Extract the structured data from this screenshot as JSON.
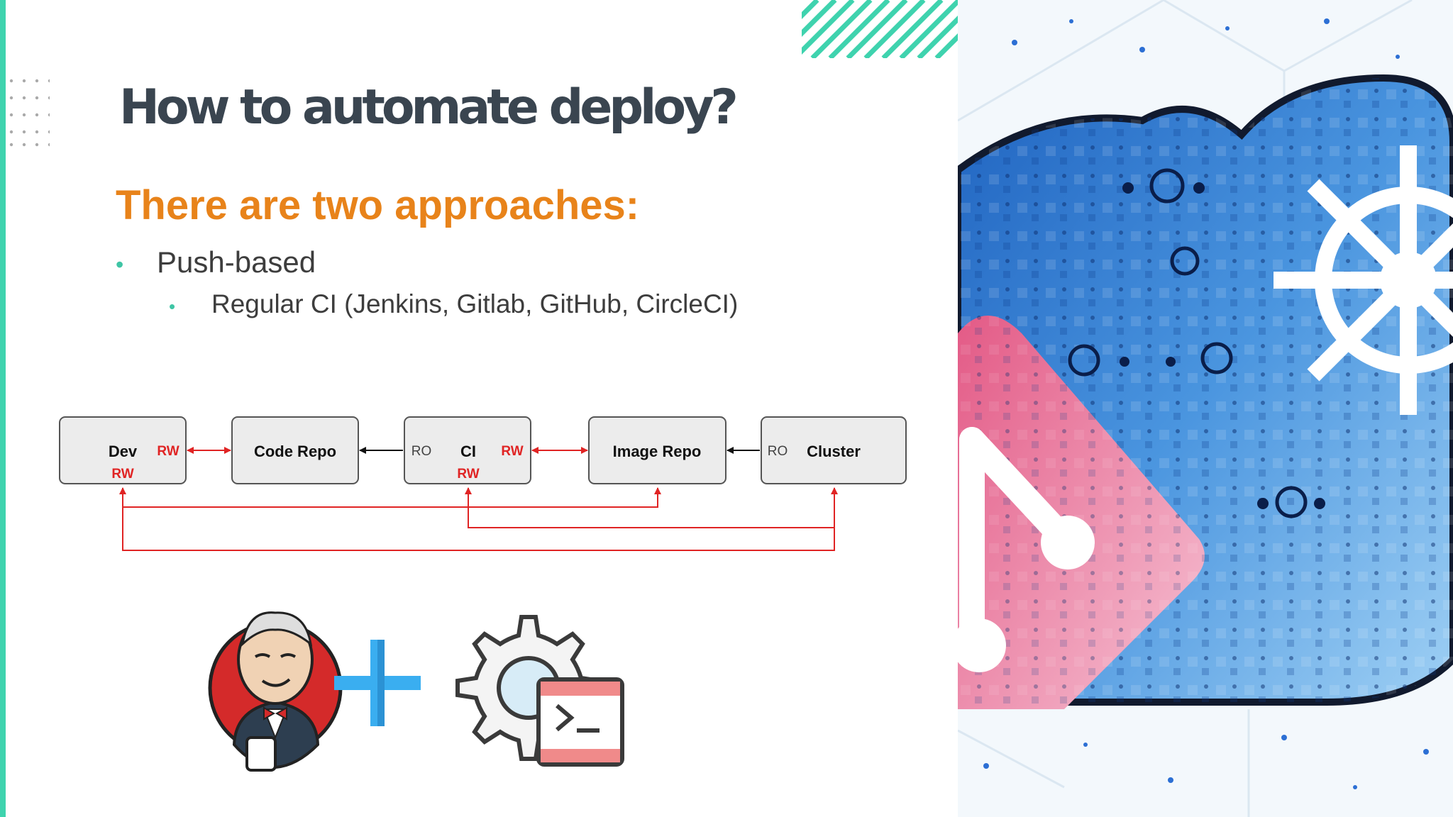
{
  "slide": {
    "title": "How to automate deploy?",
    "subtitle": "There are two approaches:",
    "bullets": [
      {
        "text": "Push-based",
        "level": 1
      },
      {
        "text": "Regular CI (Jenkins, Gitlab, GitHub, CircleCI)",
        "level": 2
      }
    ]
  },
  "diagram": {
    "nodes": {
      "dev": {
        "label": "Dev",
        "right_tag": "RW",
        "bottom_tag": "RW"
      },
      "code_repo": {
        "label": "Code Repo"
      },
      "ci": {
        "label": "CI",
        "left_tag": "RO",
        "right_tag": "RW",
        "bottom_tag": "RW"
      },
      "image_repo": {
        "label": "Image Repo"
      },
      "cluster": {
        "label": "Cluster",
        "left_tag": "RO"
      }
    }
  },
  "icons": [
    "jenkins-logo-icon",
    "plus-icon",
    "gear-terminal-icon",
    "kubernetes-helm-icon",
    "git-icon",
    "cloud-icon"
  ],
  "colors": {
    "title": "#3a4550",
    "subtitle": "#e8831a",
    "bullet_text": "#3d3d3d",
    "bullet_dot": "#3fc5a5",
    "accent_teal": "#3fd3ae",
    "arrow_red": "#e02424",
    "plus_blue": "#3aaef0"
  }
}
